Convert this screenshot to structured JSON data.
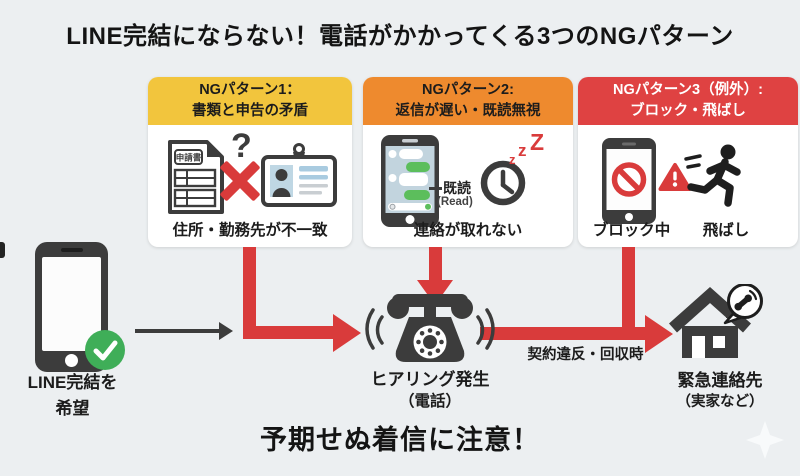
{
  "title": "LINE完結にならない！電話がかかってくる3つのNGパターン",
  "patterns": [
    {
      "header_line1": "NGパターン1：",
      "header_line2": "書類と申告の矛盾",
      "caption": "住所・勤務先が不一致",
      "header_color": "#F2C53D",
      "header_text_color": "#1C1C1C",
      "doc_label": "申請書",
      "question_mark": "?"
    },
    {
      "header_line1": "NGパターン2:",
      "header_line2": "返信が遅い・既読無視",
      "caption": "連絡が取れない",
      "header_color": "#EE8A2E",
      "header_text_color": "#1C1C1C",
      "read_label": "既読",
      "read_label_en": "(Read)",
      "zzz": [
        "z",
        "z",
        "Z"
      ]
    },
    {
      "header_line1": "NGパターン3（例外）:",
      "header_line2": "ブロック・飛ばし",
      "caption_left": "ブロック中",
      "caption_right": "飛ばし",
      "header_color": "#DF4242",
      "header_text_color": "#FFFFFF"
    }
  ],
  "flow": {
    "start": {
      "line1": "LINE完結を",
      "line2": "希望"
    },
    "center": {
      "line1": "ヒアリング発生",
      "line2": "（電話）"
    },
    "destination": {
      "line1": "緊急連絡先",
      "line2": "（実家など）"
    },
    "arrow_label": "契約違反・回収時"
  },
  "footer": "予期せぬ着信に注意！",
  "colors": {
    "background": "#ECEFF1",
    "accent_red": "#D93B3B",
    "icon_dark": "#3C3C3C",
    "check_green": "#3FAE58",
    "chat_green": "#5CBE5C",
    "screen_blue": "#C2D4DE"
  }
}
